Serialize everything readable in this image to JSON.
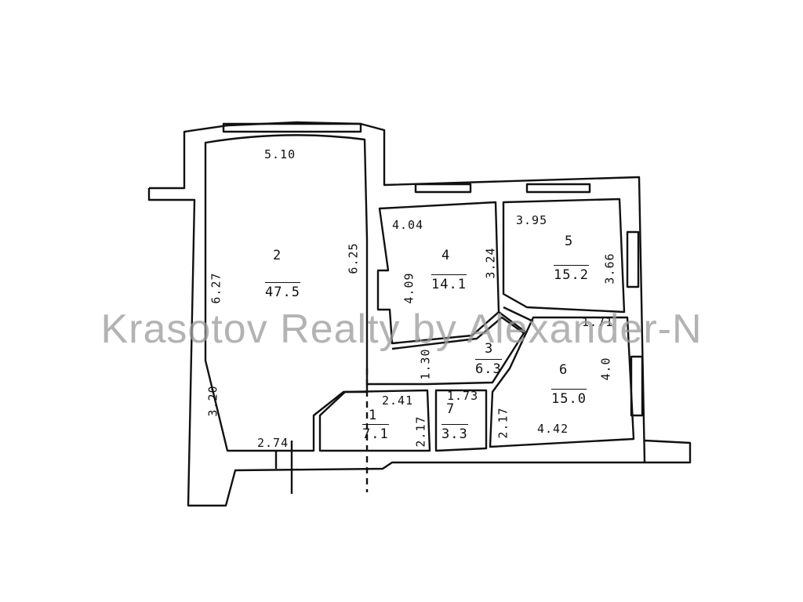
{
  "watermark": "Krasotov Realty by Alexander-N",
  "rooms": [
    {
      "number": "2",
      "area": "47.5"
    },
    {
      "number": "4",
      "area": "14.1"
    },
    {
      "number": "5",
      "area": "15.2"
    },
    {
      "number": "3",
      "area": "6.3"
    },
    {
      "number": "6",
      "area": "15.0"
    },
    {
      "number": "1",
      "area": "7.1"
    },
    {
      "number": "7",
      "area": "3.3"
    }
  ],
  "dimensions": {
    "room2_top": "5.10",
    "room2_right": "6.25",
    "room2_left": "6.27",
    "room2_left_lower": "3.20",
    "room2_bottom": "2.74",
    "room4_top": "4.04",
    "room4_left": "4.09",
    "room4_right": "3.24",
    "room5_top": "3.95",
    "room5_right": "3.66",
    "room6_top": "1.71",
    "room6_right": "4.0",
    "room6_left": "2.17",
    "room6_bottom": "4.42",
    "hall_height": "1.30",
    "room1_top": "2.41",
    "room1_right": "2.17",
    "room7_top": "1.73"
  }
}
